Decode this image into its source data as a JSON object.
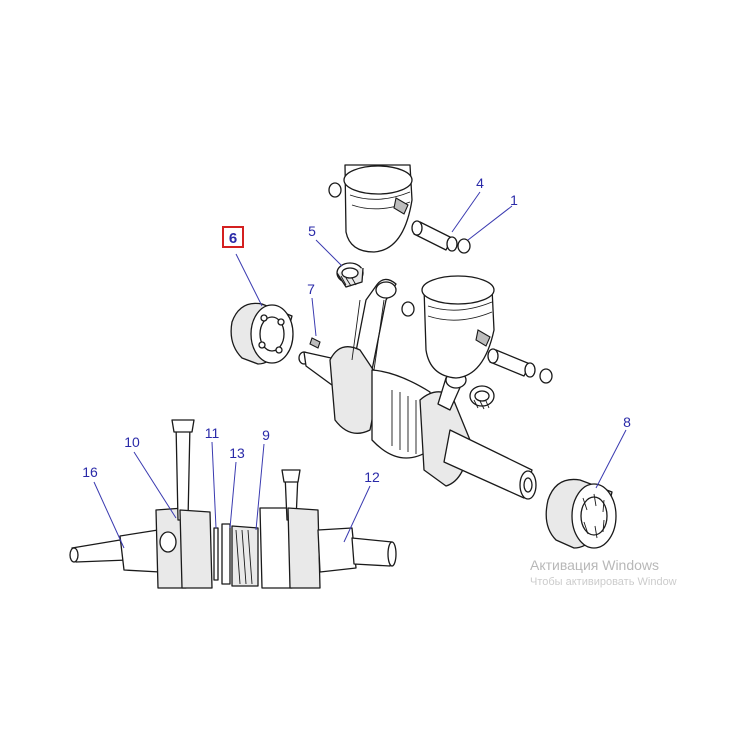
{
  "diagram": {
    "selected_callout": "6",
    "accent_color": "#d42020",
    "label_color": "#2a2aa8",
    "callouts": [
      "1",
      "4",
      "5",
      "6",
      "7",
      "8",
      "9",
      "10",
      "11",
      "12",
      "13",
      "16"
    ]
  },
  "watermark": {
    "line1": "Активация Windows",
    "line2": "Чтобы активировать Window"
  }
}
